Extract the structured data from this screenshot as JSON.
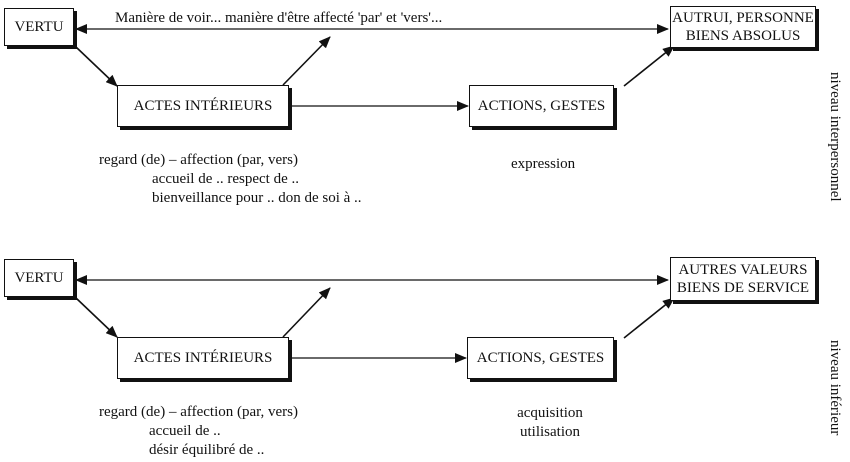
{
  "top": {
    "vertu": "VERTU",
    "caption": "Manière de voir... manière d'être affecté 'par' et 'vers'...",
    "target_line1": "AUTRUI, PERSONNE",
    "target_line2": "BIENS ABSOLUS",
    "actes": "ACTES INTÉRIEURS",
    "actions": "ACTIONS, GESTES",
    "notes": [
      "regard (de) – affection (par, vers)",
      "accueil de .. respect de ..",
      "bienveillance pour .. don de soi à .."
    ],
    "expression": "expression",
    "level": "niveau interpersonnel"
  },
  "bottom": {
    "vertu": "VERTU",
    "target_line1": "AUTRES VALEURS",
    "target_line2": "BIENS DE SERVICE",
    "actes": "ACTES INTÉRIEURS",
    "actions": "ACTIONS, GESTES",
    "notes": [
      "regard (de) – affection (par, vers)",
      "accueil de ..",
      "désir équilibré de .."
    ],
    "outcome1": "acquisition",
    "outcome2": "utilisation",
    "level": "niveau inférieur"
  }
}
